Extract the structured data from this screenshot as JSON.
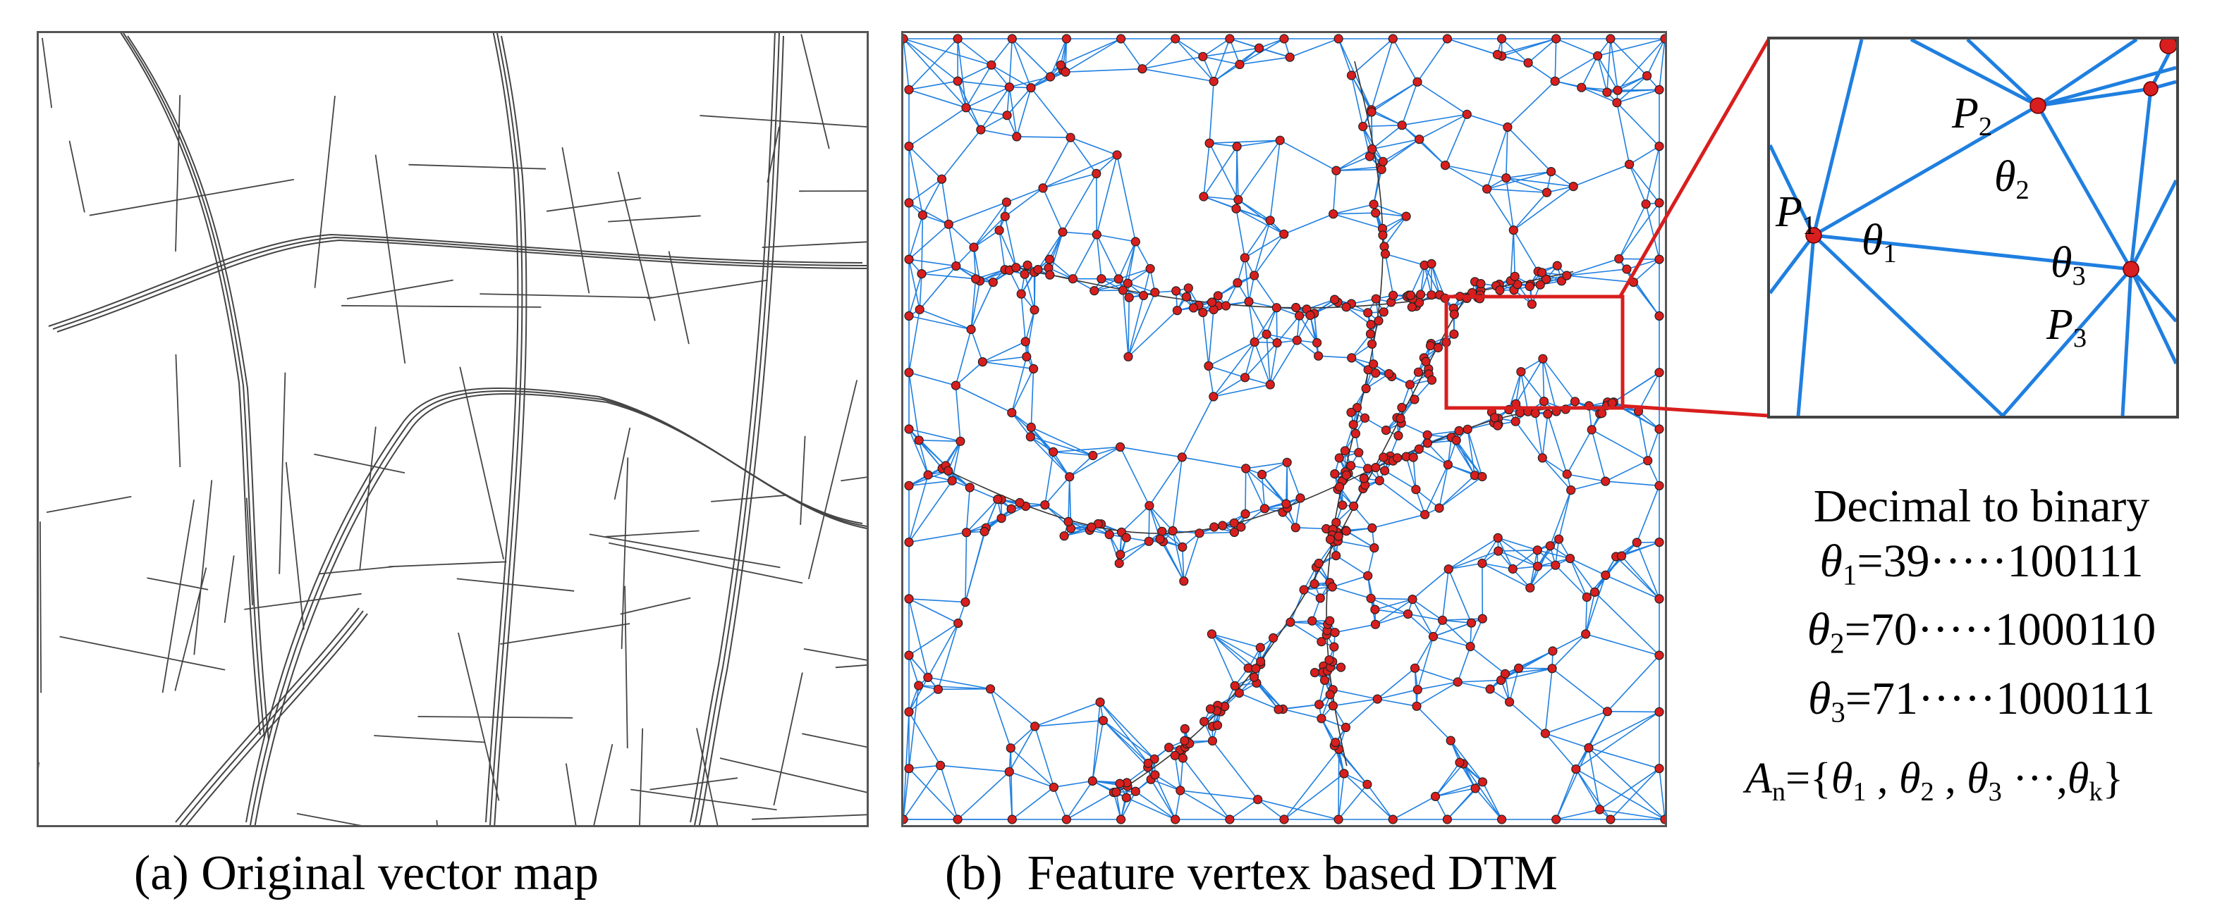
{
  "caption_a": "(a) Original vector map",
  "caption_b": "(b)  Feature vertex based DTM",
  "zoom_labels": {
    "p1": "P",
    "p1_sub": "1",
    "p2": "P",
    "p2_sub": "2",
    "p3": "P",
    "p3_sub": "3",
    "t1": "θ",
    "t1_sub": "1",
    "t2": "θ",
    "t2_sub": "2",
    "t3": "θ",
    "t3_sub": "3"
  },
  "encoding": {
    "title": "Decimal to binary",
    "rows": [
      {
        "sym": "θ",
        "sub": "1",
        "value": "=39",
        "dots": "·····",
        "binary": "100111"
      },
      {
        "sym": "θ",
        "sub": "2",
        "value": "=70",
        "dots": "·····",
        "binary": "1000110"
      },
      {
        "sym": "θ",
        "sub": "3",
        "value": "=71",
        "dots": "·····",
        "binary": "1000111"
      }
    ]
  },
  "set_definition": {
    "lhs": "A",
    "lhs_sub": "n",
    "eq": "={",
    "t1": "θ",
    "t1_sub": "1",
    "c1": " , ",
    "t2": "θ",
    "t2_sub": "2",
    "c2": " , ",
    "t3": "θ",
    "t3_sub": "3",
    "c3": " ···,",
    "tk": "θ",
    "tk_sub": "k",
    "close": "}"
  },
  "colors": {
    "road": "#444444",
    "mesh": "#1f7fe0",
    "vertex": "#d81e1e",
    "highlight": "#d81e1e"
  }
}
